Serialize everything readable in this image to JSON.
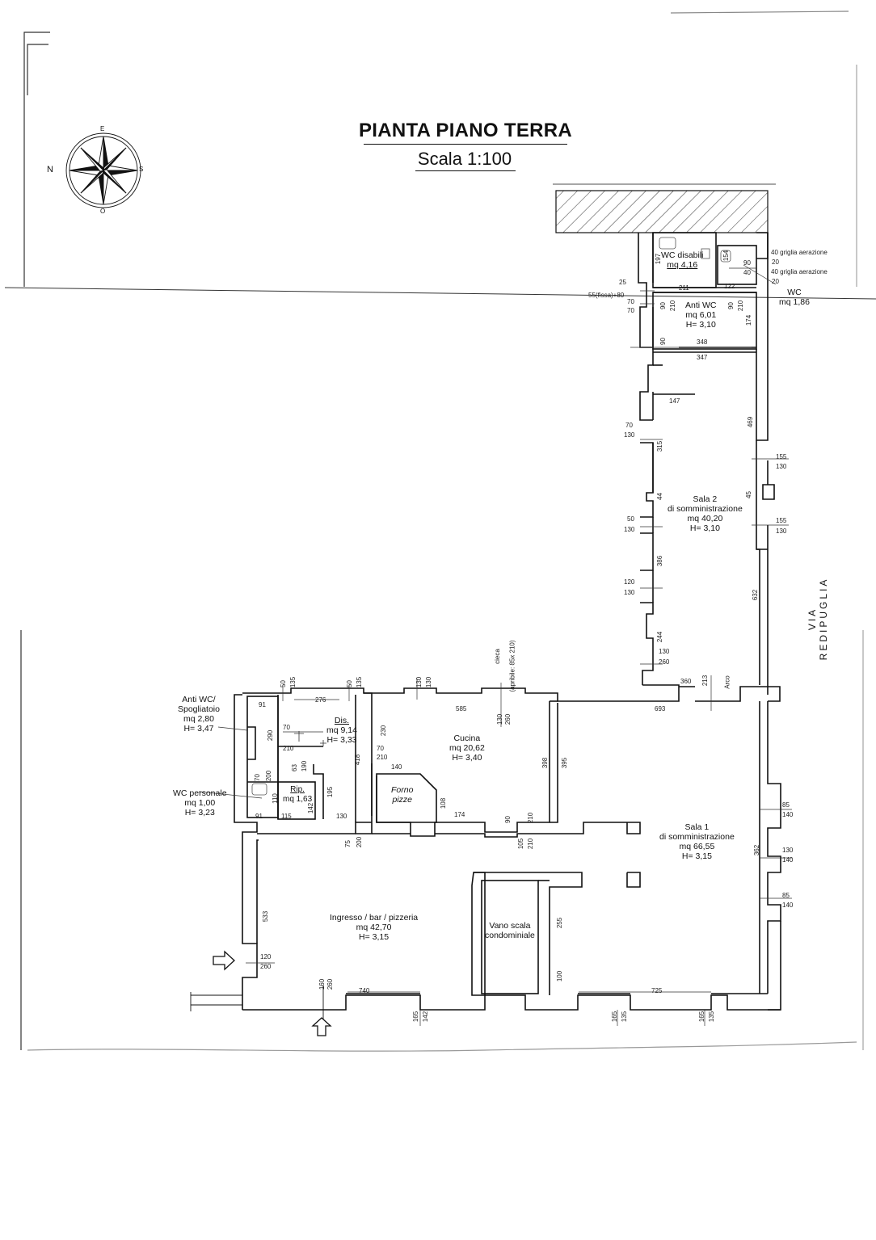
{
  "title": "PIANTA PIANO TERRA",
  "scale": "Scala 1:100",
  "street": "VIA REDIPUGLIA",
  "compass": {
    "n": "N",
    "s": "S",
    "e": "E",
    "o": "O"
  },
  "rooms": {
    "wc_disabili": {
      "name": "WC disabili",
      "area": "mq 4,16"
    },
    "anti_wc": {
      "name": "Anti WC",
      "area": "mq 6,01",
      "height": "H= 3,10"
    },
    "wc": {
      "name": "WC",
      "area": "mq 1,86"
    },
    "sala2": {
      "name": "Sala 2",
      "name2": "di somministrazione",
      "area": "mq 40,20",
      "height": "H= 3,10"
    },
    "anti_wc_spogliatoio": {
      "name": "Anti WC/",
      "name2": "Spogliatoio",
      "area": "mq 2,80",
      "height": "H= 3,47"
    },
    "dis": {
      "name": "Dis.",
      "area": "mq 9,14",
      "height": "H= 3,33"
    },
    "cucina": {
      "name": "Cucina",
      "area": "mq 20,62",
      "height": "H= 3,40"
    },
    "forno": {
      "name": "Forno",
      "name2": "pizze"
    },
    "rip": {
      "name": "Rip.",
      "area": "mq 1,63"
    },
    "wc_personale": {
      "name": "WC personale",
      "area": "mq 1,00",
      "height": "H= 3,23"
    },
    "sala1": {
      "name": "Sala 1",
      "name2": "di somministrazione",
      "area": "mq 66,55",
      "height": "H= 3,15"
    },
    "ingresso": {
      "name": "Ingresso / bar / pizzeria",
      "area": "mq 42,70",
      "height": "H= 3,15"
    },
    "vano_scala": {
      "name": "Vano scala",
      "name2": "condominiale"
    }
  },
  "notes": {
    "griglia1": "40 griglia aerazione",
    "griglia2": "40 griglia aerazione",
    "fissa": "55(fissa)+80",
    "cieca": "cieca",
    "apribile": "(apribile: 85x 210)",
    "arco": "Arco"
  },
  "dims": {
    "d197": "197",
    "d25": "25",
    "d211": "211",
    "d122": "122",
    "d90a": "90",
    "d40a": "40",
    "d154": "154",
    "d20a": "20",
    "d20b": "20",
    "d70a": "70",
    "d70b": "70",
    "d90b": "90",
    "d210a": "210",
    "d90c": "90",
    "d210b": "210",
    "d174a": "174",
    "d90d": "90",
    "d348": "348",
    "d347": "347",
    "d147": "147",
    "d469": "469",
    "d70c": "70",
    "d130a": "130",
    "d315": "315",
    "d155a": "155",
    "d130b": "130",
    "d44": "44",
    "d45": "45",
    "d50a": "50",
    "d130c": "130",
    "d155b": "155",
    "d130d": "130",
    "d386": "386",
    "d120a": "120",
    "d130e": "130",
    "d632": "632",
    "d244": "244",
    "d130f": "130",
    "d260a": "260",
    "d360": "360",
    "d213": "213",
    "d50b": "50",
    "d135a": "135",
    "d276": "276",
    "d50c": "50",
    "d135b": "135",
    "d130g": "130",
    "d130h": "130",
    "d585": "585",
    "d130i": "130",
    "d260b": "260",
    "d693": "693",
    "d91a": "91",
    "d290": "290",
    "d70d": "70",
    "d210c": "210",
    "d230": "230",
    "d70e": "70",
    "d210d": "210",
    "d418": "418",
    "d140a": "140",
    "d398": "398",
    "d395": "395",
    "d63": "63",
    "d190": "190",
    "d70f": "70",
    "d200a": "200",
    "d110": "110",
    "d142a": "142",
    "d195": "195",
    "d108": "108",
    "d174b": "174",
    "d90e": "90",
    "d210e": "210",
    "d91b": "91",
    "d115": "115",
    "d130j": "130",
    "d75": "75",
    "d200b": "200",
    "d105": "105",
    "d210f": "210",
    "d85a": "85",
    "d140b": "140",
    "d362": "362",
    "d130k": "130",
    "d140c": "140",
    "d85b": "85",
    "d140d": "140",
    "d533": "533",
    "d255": "255",
    "d120b": "120",
    "d260c": "260",
    "d100": "100",
    "d160": "160",
    "d260d": "260",
    "d740": "740",
    "d725": "725",
    "d165a": "165",
    "d142b": "142",
    "d165b": "165",
    "d135c": "135",
    "d165c": "165",
    "d135d": "135"
  }
}
